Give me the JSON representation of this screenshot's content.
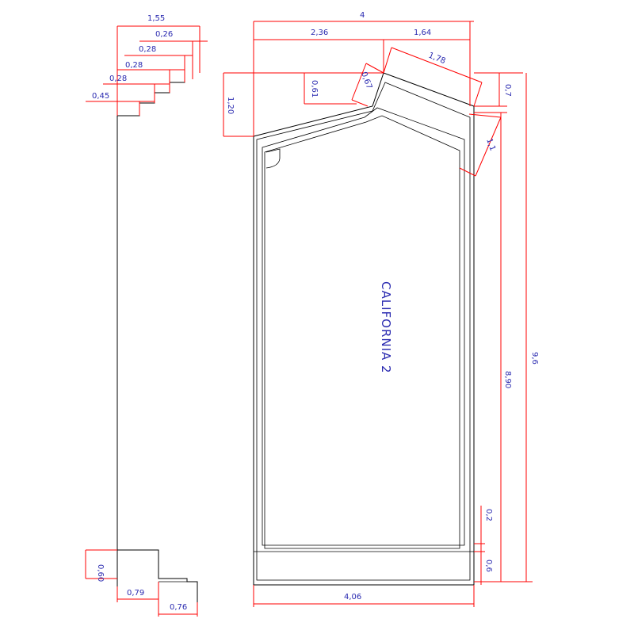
{
  "model_name": "CALIFORNIA 2",
  "side_profile": {
    "top_overall": "1,55",
    "steps": [
      "0,26",
      "0,28",
      "0,28",
      "0,45"
    ],
    "bottom_height": "0,60",
    "bottom_step_1": "0,79",
    "bottom_step_2": "0,76"
  },
  "plan": {
    "total_width": "4",
    "left_segment": "2,36",
    "right_segment": "1,64",
    "slanted_edge": "1,78",
    "left_top_height": "1,20",
    "inner_step": "0,61",
    "corner_cut": "0,67",
    "right_step": "0,7",
    "right_diag": "1,1",
    "inner_length": "8,90",
    "total_length": "9,6",
    "bench_height": "0,2",
    "bench_depth": "0,6",
    "bottom_width": "4,06"
  },
  "colors": {
    "outline": "#000000",
    "dimension_lines": "#ff0000",
    "dimension_text": "#2a2ab0"
  }
}
